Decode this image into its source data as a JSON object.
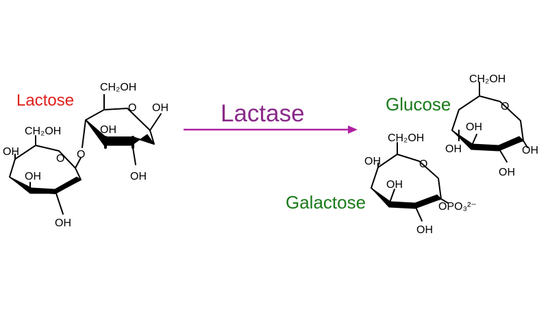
{
  "labels": {
    "lactose": "Lactose",
    "lactase": "Lactase",
    "glucose": "Glucose",
    "galactose": "Galactose"
  },
  "atoms": {
    "ch2oh": "CH₂OH",
    "oh": "OH",
    "o": "O",
    "opo3": "OPO₃²⁻"
  },
  "colors": {
    "lactose": "#e0201c",
    "lactase": "#8a2a8a",
    "arrow": "#b020a0",
    "product": "#1a7a1a"
  }
}
